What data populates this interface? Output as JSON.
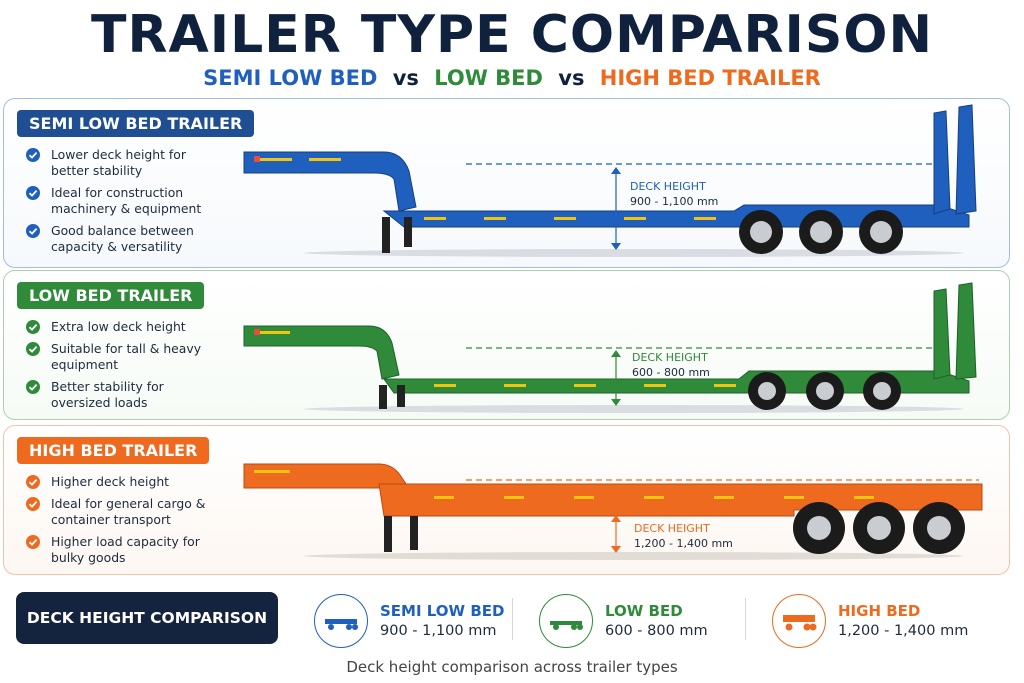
{
  "title": "TRAILER TYPE COMPARISON",
  "subtitle": {
    "semi": "SEMI LOW BED",
    "vs1": "vs",
    "low": "LOW BED",
    "vs2": "vs",
    "high": "HIGH BED TRAILER"
  },
  "colors": {
    "blue": "#1f5fbd",
    "green": "#2f8a3a",
    "orange": "#ee6a1f",
    "navy": "#15243e"
  },
  "panels": [
    {
      "badge": "SEMI LOW BED TRAILER",
      "features": [
        "Lower deck height for better stability",
        "Ideal for construction machinery & equipment",
        "Good balance between capacity & versatility"
      ],
      "deck_label": "DECK HEIGHT",
      "deck_value": "900 - 1,100 mm"
    },
    {
      "badge": "LOW BED TRAILER",
      "features": [
        "Extra low deck height",
        "Suitable for tall & heavy equipment",
        "Better stability for oversized loads"
      ],
      "deck_label": "DECK HEIGHT",
      "deck_value": "600 - 800 mm"
    },
    {
      "badge": "HIGH BED TRAILER",
      "features": [
        "Higher deck height",
        "Ideal for general cargo & container transport",
        "Higher load capacity for bulky goods"
      ],
      "deck_label": "DECK HEIGHT",
      "deck_value": "1,200 - 1,400 mm"
    }
  ],
  "footer": {
    "box_label": "DECK HEIGHT COMPARISON",
    "items": [
      {
        "name": "SEMI LOW BED",
        "value": "900 - 1,100 mm"
      },
      {
        "name": "LOW BED",
        "value": "600 - 800 mm"
      },
      {
        "name": "HIGH BED",
        "value": "1,200 - 1,400 mm"
      }
    ],
    "caption": "Deck height comparison across trailer types"
  }
}
